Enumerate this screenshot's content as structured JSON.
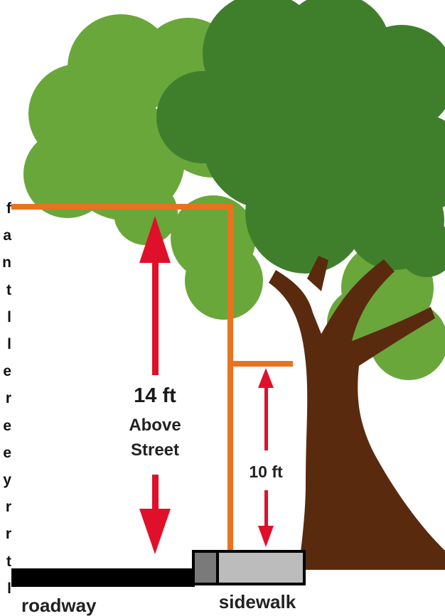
{
  "labels": {
    "upper_height": "14 ft",
    "upper_sub_1": "Above",
    "upper_sub_2": "Street",
    "lower_height": "10 ft",
    "roadway": "roadway",
    "sidewalk": "sidewalk"
  },
  "edge_letters": [
    "f",
    "a",
    "n",
    "t",
    "l",
    "l",
    "e",
    "r",
    "e",
    "e",
    "y",
    "r",
    "r",
    "t",
    "l"
  ],
  "colors": {
    "foliage_light": "#6aa73a",
    "foliage_dark": "#3f7f2c",
    "trunk": "#5a2a0e",
    "clearance_line": "#e8731f",
    "arrow": "#e0102a",
    "text": "#222222",
    "road": "#000000",
    "curb": "#7a7a7a",
    "sidewalk": "#bcbcbc"
  }
}
